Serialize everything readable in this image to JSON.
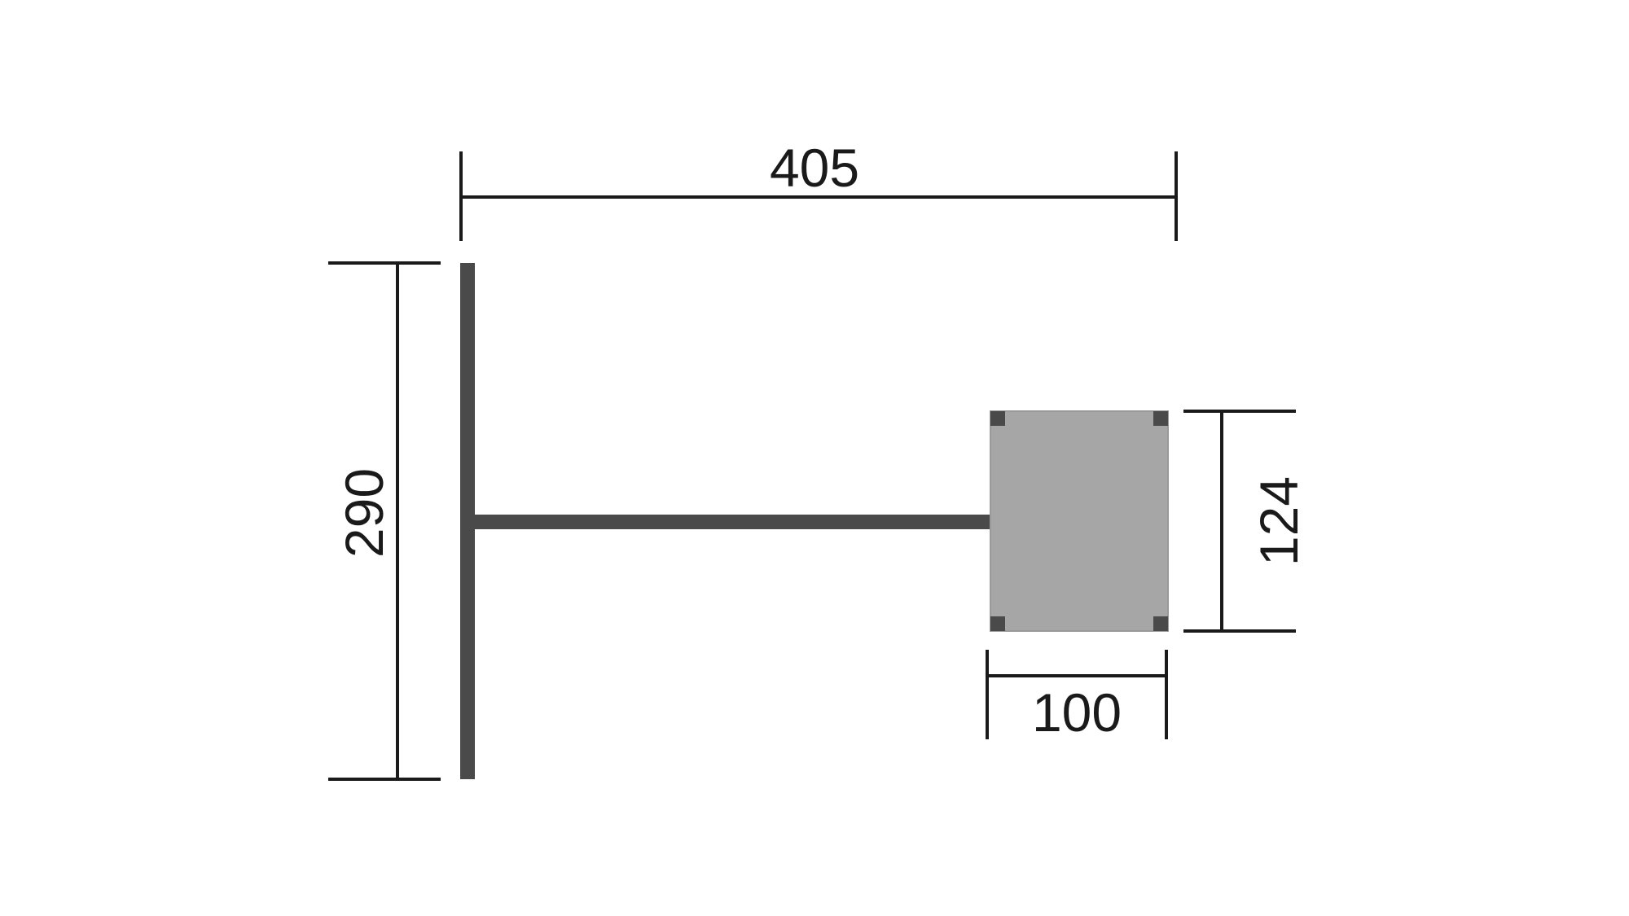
{
  "dimensions": {
    "width_total": "405",
    "height_total": "290",
    "plate_height": "124",
    "plate_width": "100"
  },
  "colors": {
    "background": "#ffffff",
    "lines": "#1a1a1a",
    "bars": "#4a4a4a",
    "plate": "#a6a6a6"
  }
}
